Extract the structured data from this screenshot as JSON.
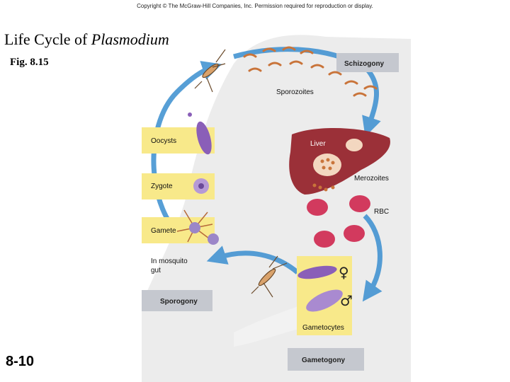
{
  "copyright": "Copyright © The McGraw-Hill Companies, Inc. Permission required for reproduction or display.",
  "title": {
    "plain": "Life Cycle of ",
    "italic": "Plasmodium"
  },
  "figure": "Fig. 8.15",
  "slide_number": "8-10",
  "labels": {
    "schizogony": "Schizogony",
    "sporozoites": "Sporozoites",
    "liver": "Liver",
    "merozoites": "Merozoites",
    "rbc": "RBC",
    "oocysts": "Oocysts",
    "zygote": "Zygote",
    "gamete": "Gamete",
    "mosquito_gut_1": "In mosquito",
    "mosquito_gut_2": "gut",
    "sporogony": "Sporogony",
    "gametocytes": "Gametocytes",
    "gametogony": "Gametogony",
    "female_symbol": "♀",
    "male_symbol": "♂"
  },
  "colors": {
    "yellow_box": "#f8e98a",
    "gray_box": "#c5c8cf",
    "arrow_blue": "#3a8fd0",
    "liver": "#9b3038",
    "rbc": "#d23a5e",
    "parasite_purple": "#8a5fb8",
    "sporozoite_orange": "#c9743a",
    "body_shadow": "#e8e8e8"
  }
}
